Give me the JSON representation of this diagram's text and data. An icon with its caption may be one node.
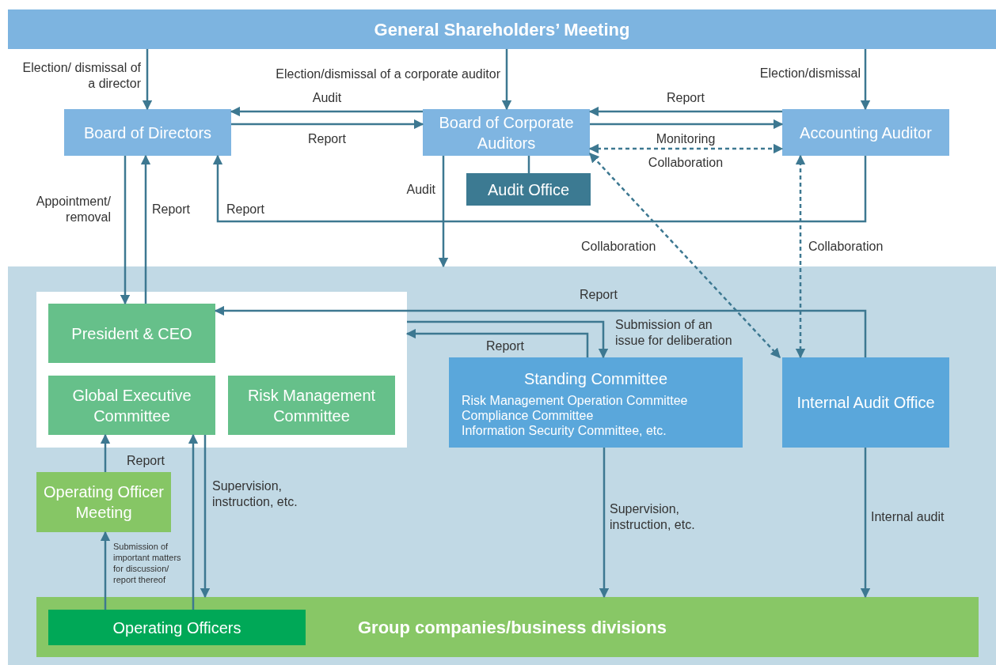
{
  "diagram": {
    "nodes": [
      {
        "text": [
          "General Shareholders’ Meeting"
        ]
      },
      {
        "text": [
          "Board of Directors"
        ]
      },
      {
        "text": [
          "Board of Corporate Auditors"
        ]
      },
      {
        "text": [
          "Accounting Auditor"
        ]
      },
      {
        "text": [
          "Audit Office"
        ]
      },
      {
        "text": [],
        "shape": "box"
      },
      {
        "text": [],
        "shape": "box",
        "in": 5
      },
      {
        "text": [
          "President & CEO"
        ],
        "in": 6
      },
      {
        "text": [
          "Global Executive Committee"
        ],
        "in": 6
      },
      {
        "text": [
          "Risk Management Committee"
        ],
        "in": 6
      },
      {
        "text": [
          "Standing Committee",
          "Risk Management Operation Committee",
          "Compliance Committee",
          "Information Security Committee, etc."
        ],
        "in": 5
      },
      {
        "text": [
          "Internal Audit Office"
        ],
        "in": 5
      },
      {
        "text": [
          "Operating Officer Meeting"
        ],
        "in": 5
      },
      {
        "text": [
          "Group companies/business divisions"
        ],
        "in": 5
      },
      {
        "text": [
          "Operating Officers"
        ],
        "in": 13
      }
    ],
    "edges": [
      {
        "from": 0,
        "to": 1,
        "arrow": "to",
        "label": "Election/ dismissal of a director"
      },
      {
        "from": 0,
        "to": 2,
        "arrow": "to",
        "label": "Election/dismissal of a corporate auditor"
      },
      {
        "from": 0,
        "to": 3,
        "arrow": "to",
        "label": "Election/dismissal"
      },
      {
        "from": 2,
        "to": 1,
        "arrow": "to",
        "label": "Audit"
      },
      {
        "from": 1,
        "to": 2,
        "arrow": "to",
        "label": "Report"
      },
      {
        "from": 3,
        "to": 2,
        "arrow": "to",
        "label": "Report"
      },
      {
        "from": 2,
        "to": 3,
        "arrow": "to",
        "label": "Monitoring"
      },
      {
        "from": 2,
        "to": 3,
        "arrow": "both",
        "label": "Collaboration",
        "style": "dashed"
      },
      {
        "from": 2,
        "to": 4,
        "arrow": "none"
      },
      {
        "from": 1,
        "to": 7,
        "arrow": "to",
        "label": "Appointment/ removal"
      },
      {
        "from": 7,
        "to": 1,
        "arrow": "to",
        "label": "Report"
      },
      {
        "from": 3,
        "to": 1,
        "arrow": "to",
        "label": "Report"
      },
      {
        "from": 2,
        "to": 5,
        "arrow": "to",
        "label": "Audit"
      },
      {
        "from": 11,
        "to": 2,
        "arrow": "both",
        "label": "Collaboration",
        "style": "dashed"
      },
      {
        "from": 11,
        "to": 3,
        "arrow": "both",
        "label": "Collaboration",
        "style": "dashed"
      },
      {
        "from": 11,
        "to": 7,
        "arrow": "to",
        "label": "Report"
      },
      {
        "from": 6,
        "to": 10,
        "arrow": "to",
        "label": "Submission of an issue for deliberation"
      },
      {
        "from": 10,
        "to": 6,
        "arrow": "to",
        "label": "Report"
      },
      {
        "from": 12,
        "to": 8,
        "arrow": "to",
        "label": "Report"
      },
      {
        "from": 14,
        "to": 12,
        "arrow": "to",
        "label": "Submission of important matters for discussion/ report thereof"
      },
      {
        "from": 14,
        "to": 8,
        "arrow": "to"
      },
      {
        "from": 8,
        "to": 13,
        "arrow": "to",
        "label": "Supervision, instruction, etc."
      },
      {
        "from": 10,
        "to": 13,
        "arrow": "to",
        "label": "Supervision, instruction, etc."
      },
      {
        "from": 11,
        "to": 13,
        "arrow": "to",
        "label": "Internal audit"
      }
    ]
  }
}
